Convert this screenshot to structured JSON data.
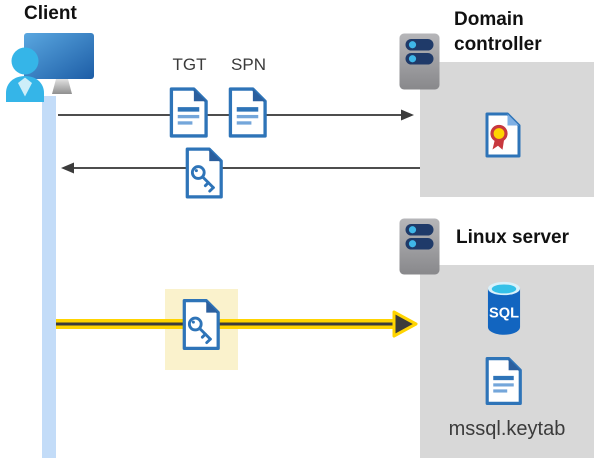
{
  "client": {
    "label": "Client"
  },
  "tickets": {
    "tgt_label": "TGT",
    "spn_label": "SPN"
  },
  "domain_controller": {
    "label": "Domain\ncontroller"
  },
  "linux_server": {
    "label": "Linux server",
    "sql_text": "SQL",
    "keytab_label": "mssql.keytab"
  },
  "colors": {
    "doc_blue": "#2e74b8",
    "doc_fold_blue": "#2b5f9e",
    "arrow_grey": "#4d4d4d",
    "kerberos_yellow": "#ffd400",
    "highlight_yellow": "#faf2cc",
    "box_grey": "#d8d8d8",
    "lifeline_blue": "#c3dcf8",
    "person_cyan": "#35b5e8",
    "sql_blue": "#1265c0",
    "cert_red": "#c8383e",
    "cert_gold": "#ffd302",
    "server_pill_navy": "#1f3a69"
  }
}
